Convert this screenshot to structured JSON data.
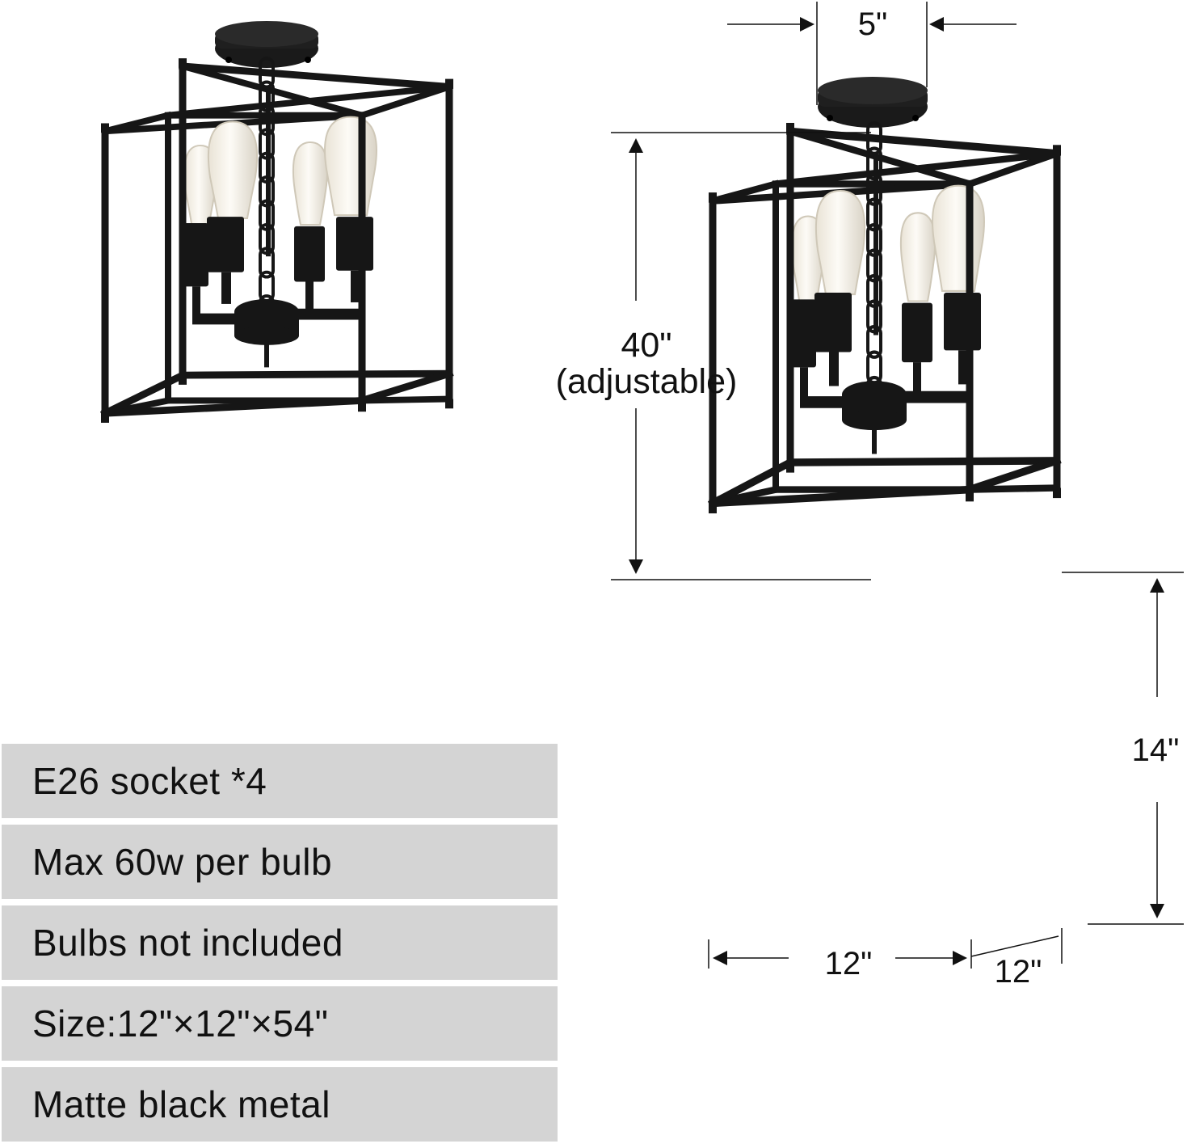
{
  "specs": [
    "E26 socket *4",
    "Max 60w per bulb",
    "Bulbs not included",
    "Size:12\"×12\"×54\"",
    "Matte black metal"
  ],
  "dimensions": {
    "canopy_width": "5\"",
    "drop_length": "40\"",
    "drop_note": "(adjustable)",
    "cage_height": "14\"",
    "cage_width": "12\"",
    "cage_depth": "12\""
  },
  "colors": {
    "metal": "#161616",
    "panel": "#d4d4d4",
    "bulb_glass": "#f3efe6",
    "glow": "#fbf4df"
  }
}
